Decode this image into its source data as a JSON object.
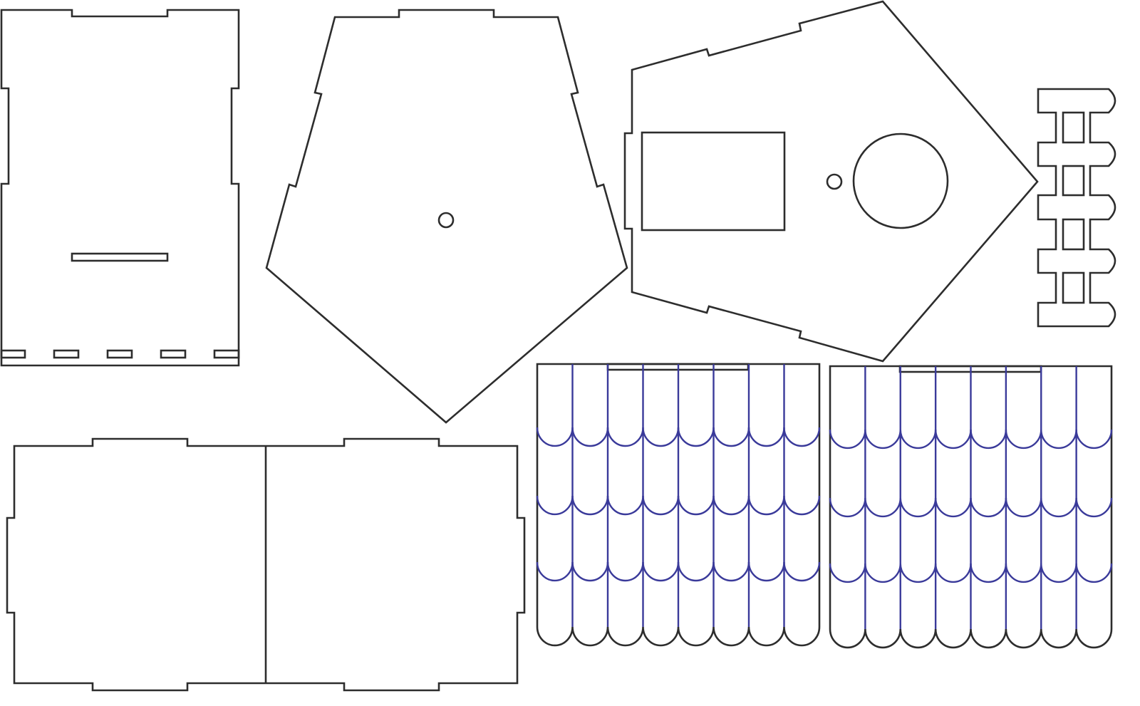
{
  "colors": {
    "background": "#ffffff",
    "cut_line": "#2d2d2d",
    "engrave_line": "#3a3a9a"
  },
  "roof_panels": [
    {
      "columns": 8,
      "shingle_rows": 4
    },
    {
      "columns": 8,
      "shingle_rows": 4
    }
  ]
}
